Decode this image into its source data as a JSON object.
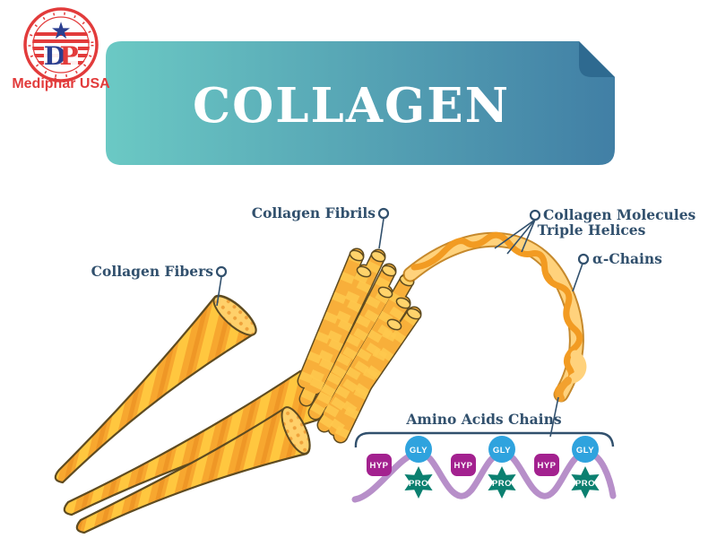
{
  "logo": {
    "brand": "Mediphar USA",
    "monogram_d": "D",
    "monogram_p": "P",
    "star_glyph": "★"
  },
  "banner": {
    "title": "COLLAGEN"
  },
  "labels": {
    "fibers": "Collagen Fibers",
    "fibrils": "Collagen Fibrils",
    "molecules_line1": "Collagen Molecules",
    "molecules_line2": "Triple Helices",
    "alpha_chains": "α-Chains",
    "amino_header": "Amino Acids Chains"
  },
  "amino_chain": {
    "units": [
      {
        "hyp": "HYP",
        "gly": "GLY",
        "pro": "PRO"
      },
      {
        "hyp": "HYP",
        "gly": "GLY",
        "pro": "PRO"
      },
      {
        "hyp": "HYP",
        "gly": "GLY",
        "pro": "PRO"
      }
    ]
  },
  "colors": {
    "banner_gradient_start": "#6BC9C4",
    "banner_gradient_end": "#417FA5",
    "banner_fold": "#2E6A90",
    "label_navy": "#31506D",
    "fiber_orange": "#F7A72F",
    "stripe_yellow": "#FFC73F",
    "fibril_orange": "#F8AF3A",
    "helix_orange": "#F29B22",
    "helix_light": "#FFD27C",
    "wave_purple": "#B78FC9",
    "hyp_magenta": "#A3218F",
    "gly_blue": "#2FA3DE",
    "pro_teal": "#0B8070",
    "logo_red": "#E23B3B",
    "logo_blue": "#2B3F90"
  }
}
